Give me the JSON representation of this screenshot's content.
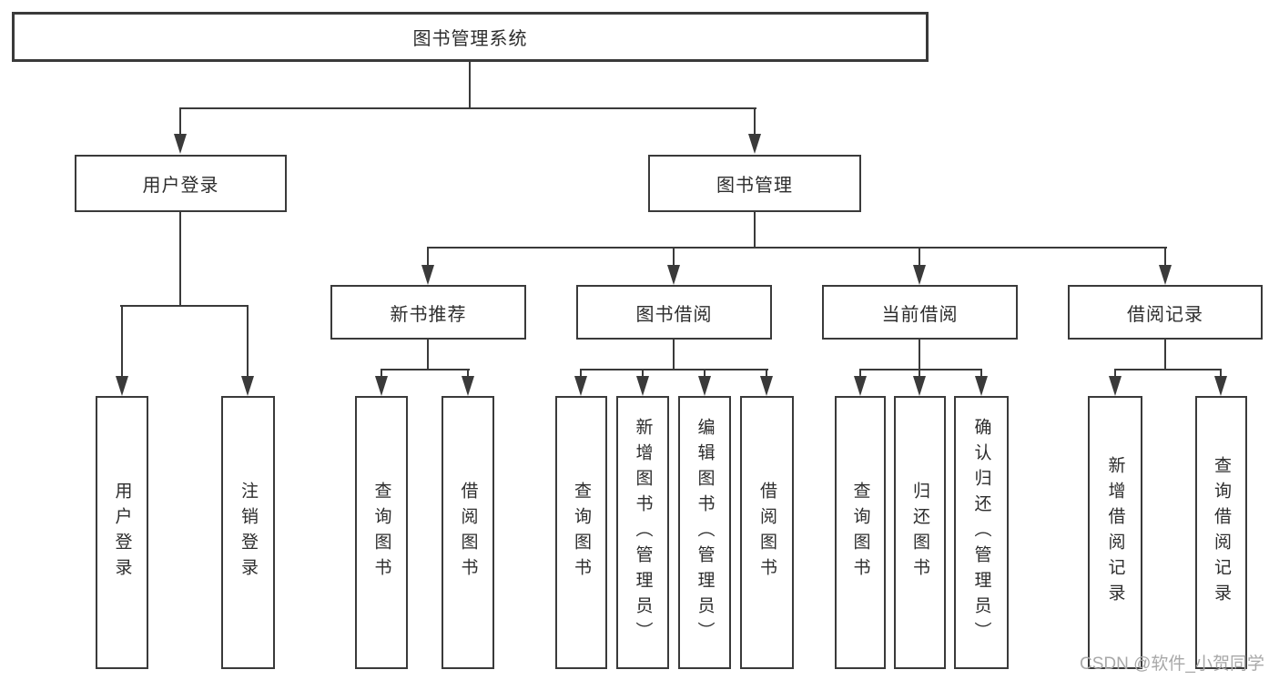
{
  "diagram": {
    "root": "图书管理系统",
    "level2": {
      "user": "用户登录",
      "book": "图书管理"
    },
    "userChildren": [
      "用户登录",
      "注销登录"
    ],
    "bookGroups": [
      {
        "label": "新书推荐",
        "children": [
          "查询图书",
          "借阅图书"
        ]
      },
      {
        "label": "图书借阅",
        "children": [
          "查询图书",
          "新增图书（管理员）",
          "编辑图书（管理员）",
          "借阅图书"
        ]
      },
      {
        "label": "当前借阅",
        "children": [
          "查询图书",
          "归还图书",
          "确认归还（管理员）"
        ]
      },
      {
        "label": "借阅记录",
        "children": [
          "新增借阅记录",
          "查询借阅记录"
        ]
      }
    ]
  },
  "watermark": "CSDN @软件_小贺同学",
  "colors": {
    "line": "#3a3a3a",
    "text": "#2d2d2d",
    "watermark": "#a8a8a8",
    "background": "#ffffff"
  }
}
